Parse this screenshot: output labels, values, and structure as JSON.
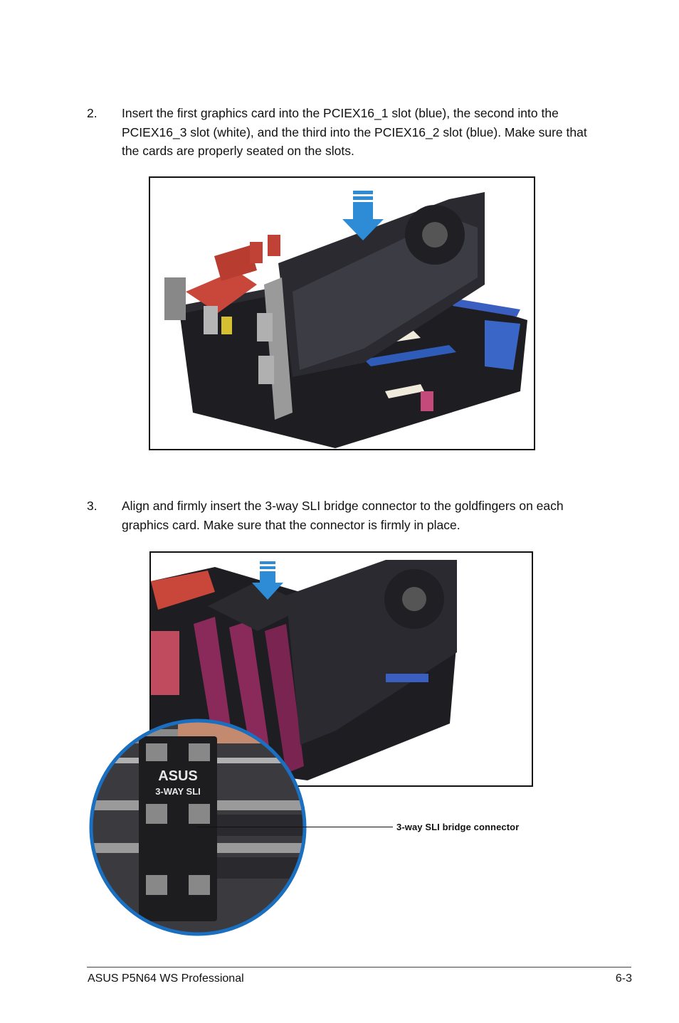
{
  "steps": [
    {
      "number": "2.",
      "text": "Insert the first graphics card into the PCIEX16_1 slot (blue), the second into the PCIEX16_3 slot (white), and the third into the PCIEX16_2 slot (blue). Make sure that the cards are properly seated on the slots."
    },
    {
      "number": "3.",
      "text": "Align and firmly insert the 3-way SLI bridge connector to the goldfingers on each graphics card. Make sure that the connector is firmly in place."
    }
  ],
  "figure2": {
    "callout_label": "3-way SLI bridge connector",
    "bridge_logo": "ASUS",
    "bridge_title": "3-WAY SLI"
  },
  "footer": {
    "left": "ASUS P5N64 WS Professional",
    "right": "6-3"
  },
  "colors": {
    "arrow_blue": "#2e8bd6",
    "circle_blue": "#1a6fc0",
    "board_black": "#1b1b1f",
    "heatsink_red": "#c8473a"
  }
}
